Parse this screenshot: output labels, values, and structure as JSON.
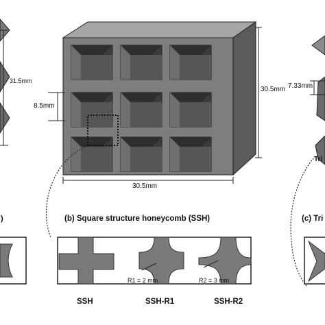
{
  "colors": {
    "front": "#7d7d7d",
    "top": "#a6a6a6",
    "side": "#5b5b5b",
    "cell_dark": "#3c3c3c",
    "cell_light": "#6e6e6e",
    "section_fill": "#7a7a7a",
    "line": "#222222"
  },
  "ssh": {
    "height_label": "30.5mm",
    "width_label": "30.5mm",
    "cell_label": "8.5mm",
    "caption": "(b) Square structure honeycomb (SSH)"
  },
  "left_partial": {
    "height_label": "31.5mm",
    "caption_fragment": ")"
  },
  "right_partial": {
    "dim_label": "7.33mm",
    "caption_fragment": "(c) Tri",
    "fragment_label": "Tri"
  },
  "details": [
    {
      "name": "SSH",
      "note": ""
    },
    {
      "name": "SSH-R1",
      "note": "R1 = 2 mm"
    },
    {
      "name": "SSH-R2",
      "note": "R2 = 3 mm"
    }
  ]
}
